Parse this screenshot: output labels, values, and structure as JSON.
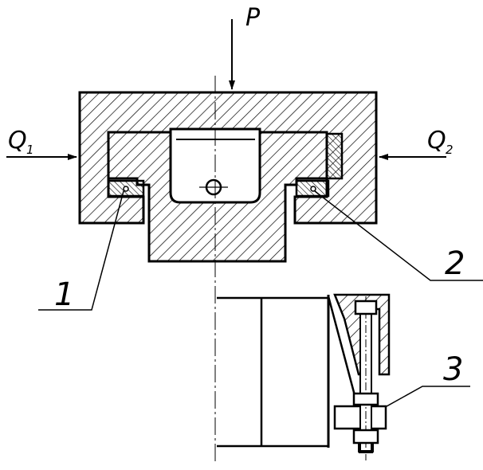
{
  "labels": {
    "force_p": "P",
    "force_q1": "Q",
    "force_q1_sub": "1",
    "force_q2": "Q",
    "force_q2_sub": "2",
    "part_1": "1",
    "part_2": "2",
    "part_3": "3"
  },
  "colors": {
    "ink": "#000000",
    "paper": "#ffffff"
  }
}
